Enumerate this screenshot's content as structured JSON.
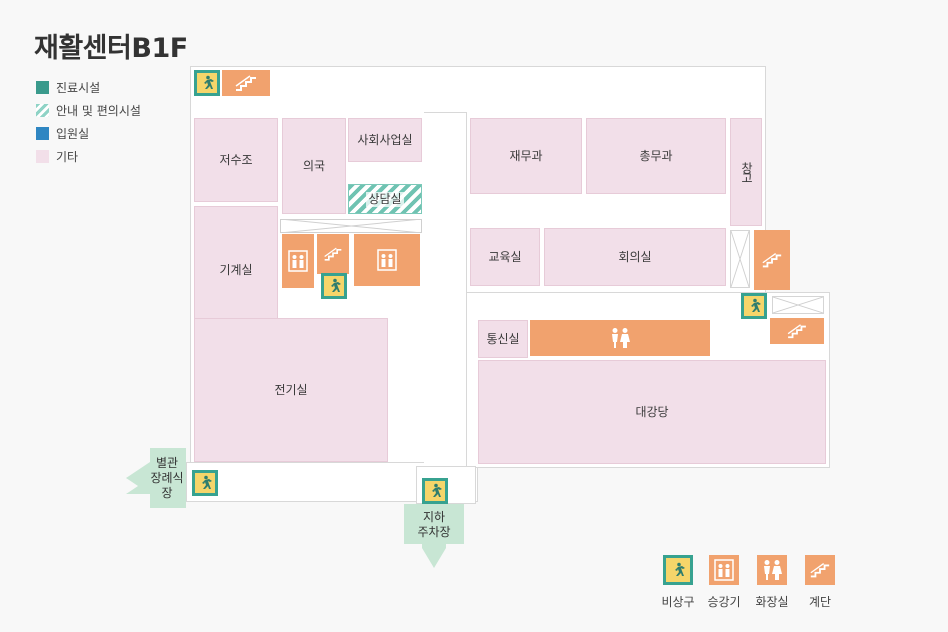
{
  "title": "재활센터B1F",
  "legend": [
    {
      "label": "진료시설",
      "color": "#3a9a8c",
      "pattern": "solid"
    },
    {
      "label": "안내 및 편의시설",
      "color": "#8fd3c6",
      "pattern": "hatched"
    },
    {
      "label": "입원실",
      "color": "#2f86c2",
      "pattern": "solid"
    },
    {
      "label": "기타",
      "color": "#f2dfe9",
      "pattern": "solid"
    }
  ],
  "rooms": {
    "jeosujo": "저수조",
    "uiguk": "의국",
    "social": "사회사업실",
    "counsel": "상담실",
    "machine": "기계실",
    "electric": "전기실",
    "finance": "재무과",
    "general": "총무과",
    "storage": "창고",
    "education": "교육실",
    "meeting": "회의실",
    "comm": "통신실",
    "auditorium": "대강당"
  },
  "directions": {
    "annex": "별관\n장례식장",
    "parking": "지하\n주차장"
  },
  "key": {
    "exit": "비상구",
    "elevator": "승강기",
    "restroom": "화장실",
    "stairs": "계단"
  },
  "colors": {
    "facility": "#f1a26e",
    "exit_bg": "#f5d56a",
    "exit_border": "#37a290",
    "room": "#f2dfe9",
    "arrow": "#c8e6d4"
  },
  "icons": {
    "exit": "running-person-icon",
    "elevator": "elevator-icon",
    "restroom": "restroom-icon",
    "stairs": "stairs-icon"
  }
}
